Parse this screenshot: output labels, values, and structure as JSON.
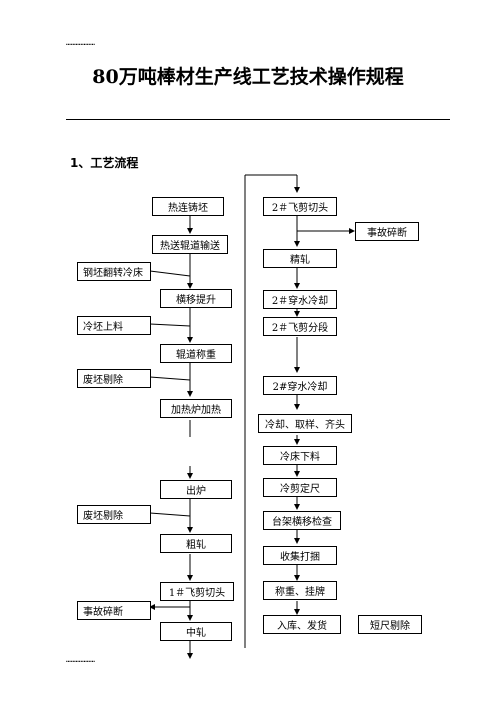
{
  "header_dots": "………………",
  "footer_dots": "………………",
  "title": "80万吨棒材生产线工艺技术操作规程",
  "section_heading": "1、工艺流程",
  "left_column": [
    "热连铸坯",
    "热送辊道输送",
    "钢坯翻转冷床",
    "横移提升",
    "冷坯上料",
    "辊道称重",
    "废坯剔除",
    "加热炉加热",
    "出炉",
    "废坯剔除",
    "粗轧",
    "1＃飞剪切头",
    "事故碎断",
    "中轧"
  ],
  "right_column": [
    "2＃飞剪切头",
    "事故碎断",
    "精轧",
    "2＃穿水冷却",
    "2＃飞剪分段",
    "2#穿水冷却",
    "冷却、取样、齐头",
    "冷床下料",
    "冷剪定尺",
    "台架横移检查",
    "收集打捆",
    "称重、挂牌",
    "入库、发货",
    "短尺剔除"
  ]
}
